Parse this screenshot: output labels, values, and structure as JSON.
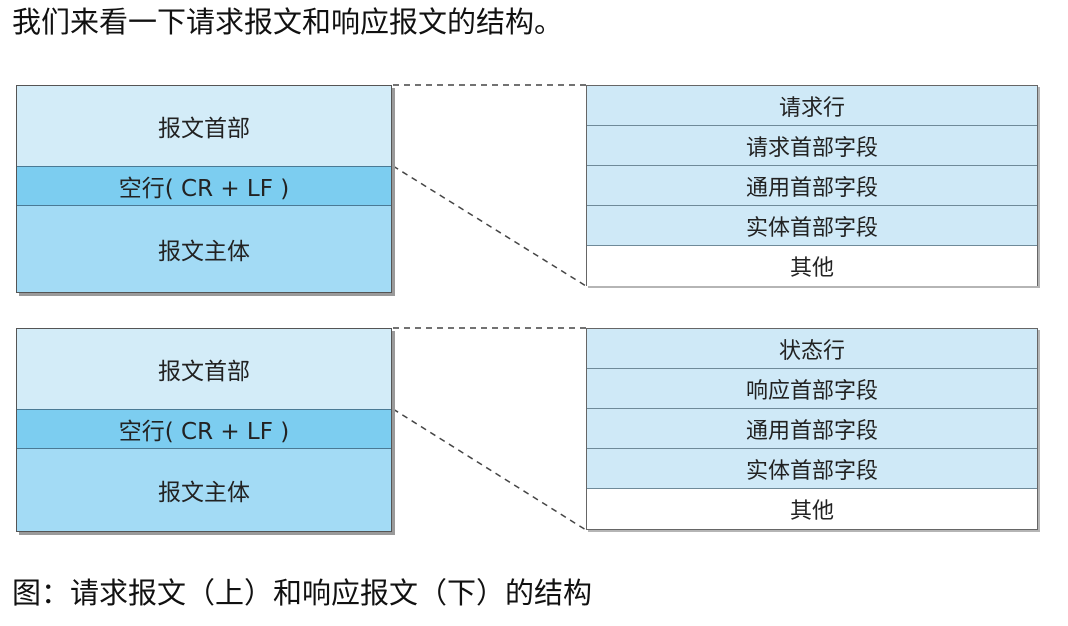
{
  "intro_text": "我们来看一下请求报文和响应报文的结构。",
  "caption_text": "图：请求报文（上）和响应报文（下）的结构",
  "request": {
    "message": {
      "header": "报文首部",
      "blank_line": "空行( CR + LF )",
      "body": "报文主体"
    },
    "fields": [
      "请求行",
      "请求首部字段",
      "通用首部字段",
      "实体首部字段",
      "其他"
    ]
  },
  "response": {
    "message": {
      "header": "报文首部",
      "blank_line": "空行( CR + LF )",
      "body": "报文主体"
    },
    "fields": [
      "状态行",
      "响应首部字段",
      "通用首部字段",
      "实体首部字段",
      "其他"
    ]
  },
  "colors": {
    "header_bg": "#d3ecf8",
    "blank_line_bg": "#7ccdf0",
    "body_bg": "#a3dbf5",
    "field_bg": "#cfe9f7",
    "other_bg": "#ffffff",
    "border": "#555555"
  }
}
